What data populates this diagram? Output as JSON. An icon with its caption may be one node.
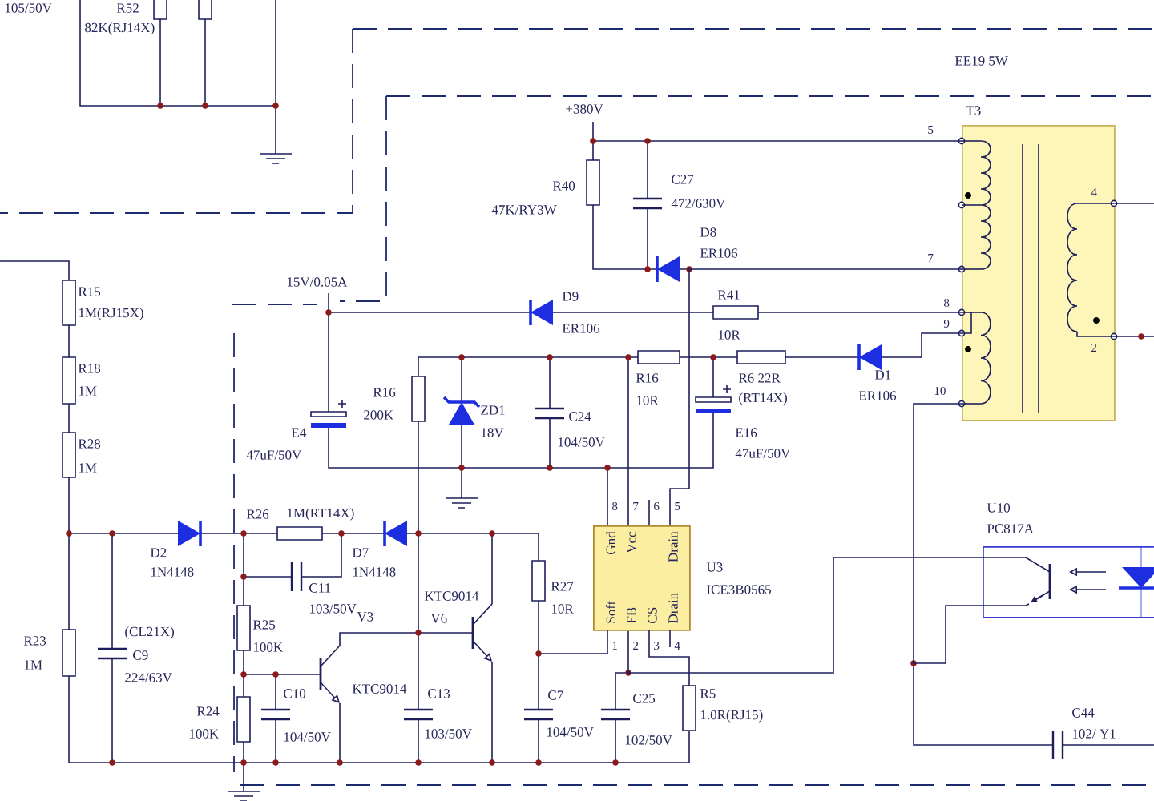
{
  "diagram": {
    "nodes": [
      {
        "text": [
          "T3"
        ]
      },
      {
        "text": [
          "Soft",
          "Gnd",
          "FB",
          "Vcc",
          "CS",
          "Drain",
          "Drain"
        ],
        "beside": [
          "U3",
          "ICE3B0565"
        ]
      },
      {
        "text": [],
        "shape": "box",
        "beside": [
          "U10",
          "PC817A"
        ]
      }
    ],
    "edges": [
      {
        "from": 1,
        "to": 2,
        "arrow": "none"
      },
      {
        "from": 0,
        "to": 1,
        "arrow": "none"
      },
      {
        "from": 0,
        "to": 2,
        "arrow": "none"
      }
    ],
    "labels": [
      "105/50V",
      "R52",
      "82K(RJ14X)",
      "EE19 5W",
      "+380V",
      "5",
      "R40",
      "47K/RY3W",
      "C27",
      "472/630V",
      "D8",
      "ER106",
      "7",
      "4",
      "15V/0.05A",
      "R15",
      "1M(RJ15X)",
      "D9",
      "ER106",
      "R41",
      "8",
      "10R",
      "9",
      "2",
      "R18",
      "1M",
      "R16",
      "R6 22R",
      "D1",
      "10R",
      "(RT14X)",
      "ER106",
      "10",
      "R16",
      "200K",
      "ZD1",
      "C24",
      "E4",
      "18V",
      "E16",
      "R28",
      "1M",
      "104/50V",
      "47uF/50V",
      "47uF/50V",
      "8",
      "7",
      "6",
      "5",
      "R26",
      "1M(RT14X)",
      "D2",
      "1N4148",
      "D7",
      "1N4148",
      "C11",
      "103/50V",
      "KTC9014",
      "R27",
      "10R",
      "V6",
      "V3",
      "R25",
      "(CL21X)",
      "R23",
      "100K",
      "1",
      "2",
      "3",
      "4",
      "C9",
      "1M",
      "224/63V",
      "KTC9014",
      "R5",
      "C7",
      "C13",
      "C25",
      "R24",
      "C44",
      "1.0R(RJ15)",
      "C10",
      "103/50V",
      "104/50V",
      "100K",
      "102/ Y1",
      "102/50V",
      "104/50V"
    ]
  }
}
